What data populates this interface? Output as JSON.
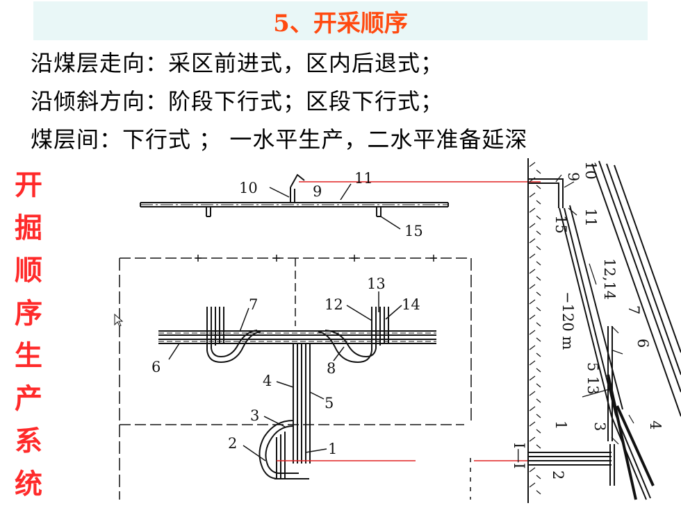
{
  "title": "5、开采顺序",
  "lines": [
    "沿煤层走向：采区前进式，区内后退式；",
    "沿倾斜方向：阶段下行式；区段下行式；",
    "煤层间：下行式 ；  一水平生产，二水平准备延深"
  ],
  "side_label": [
    "开",
    "掘",
    "顺",
    "序",
    "生",
    "产",
    "系",
    "统"
  ],
  "diagram": {
    "labels": {
      "n1": "1",
      "n2": "2",
      "n3": "3",
      "n4": "4",
      "n5": "5",
      "n6": "6",
      "n7": "7",
      "n8": "8",
      "n9": "9",
      "n10": "10",
      "n11": "11",
      "n12": "12",
      "n13": "13",
      "n14": "14",
      "n15": "15"
    },
    "section": {
      "depth": "−120 m",
      "cut": "I—I",
      "s9": "9",
      "s10": "10",
      "s11": "11",
      "s15": "15",
      "s1214": "12,14",
      "s7": "7",
      "s6": "6",
      "s513": "5 13",
      "s1": "1",
      "s3": "3",
      "s4": "4",
      "s2": "2"
    },
    "colors": {
      "accent": "#ff4a10",
      "redline": "#e02020",
      "line": "#111111"
    }
  }
}
